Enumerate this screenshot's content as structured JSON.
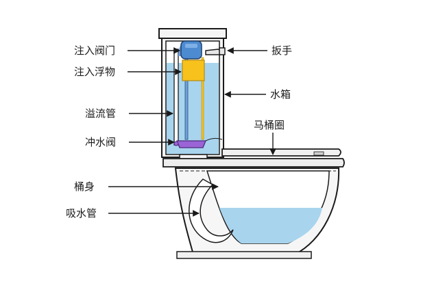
{
  "labels": {
    "inlet_valve": "注入阀门",
    "float": "注入浮物",
    "overflow_tube": "溢流管",
    "flush_valve": "冲水阀",
    "handle": "扳手",
    "tank": "水箱",
    "seat": "马桶圈",
    "bowl": "桶身",
    "siphon": "吸水管"
  },
  "colors": {
    "water": "#a8d4ee",
    "outline": "#1a1a1a",
    "float": "#f7c21c",
    "inlet_valve": "#4d8bd1",
    "flush_valve": "#9a63d6",
    "tube": "#6fa0d8",
    "arrow": "#1a1a1a"
  }
}
